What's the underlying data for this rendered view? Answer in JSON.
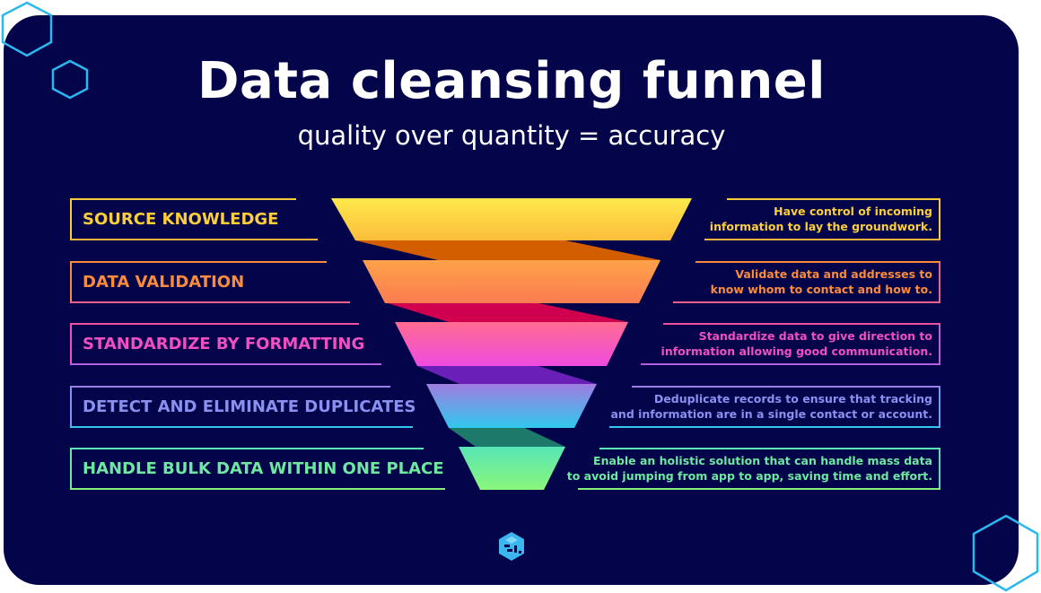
{
  "title": "Data cleansing funnel",
  "subtitle": "quality over quantity = accuracy",
  "stages": [
    {
      "label": "SOURCE KNOWLEDGE",
      "desc1": "Have control of incoming",
      "desc2": "information to lay the groundwork.",
      "color": "#fccf3a"
    },
    {
      "label": "DATA VALIDATION",
      "desc1": "Validate data and addresses to",
      "desc2": "know whom to contact and how to.",
      "color": "#fb8b3c"
    },
    {
      "label": "STANDARDIZE BY FORMATTING",
      "desc1": "Standardize data to give direction to",
      "desc2": "information allowing good communication.",
      "color": "#f04fc4"
    },
    {
      "label": "DETECT AND ELIMINATE DUPLICATES",
      "desc1": "Deduplicate records to ensure that tracking",
      "desc2": "and information are in a single contact or account.",
      "color": "#8a90f0"
    },
    {
      "label": "HANDLE BULK DATA WITHIN ONE PLACE",
      "desc1": "Enable an holistic solution that can handle mass data",
      "desc2": "to avoid jumping from app to app, saving time and effort.",
      "color": "#6ee8a0"
    }
  ],
  "colors": {
    "background": "#04044b",
    "hex_outline": "#2ab8ee",
    "logo": "#3cb6ee"
  }
}
